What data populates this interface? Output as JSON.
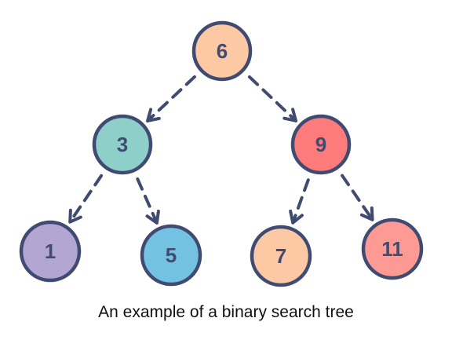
{
  "diagram": {
    "caption": "An example of a binary search tree",
    "stroke_color": "#3f4b70",
    "nodes": [
      {
        "id": "n6",
        "label": "6",
        "fill": "#fdc9a5"
      },
      {
        "id": "n3",
        "label": "3",
        "fill": "#8ecfc9"
      },
      {
        "id": "n9",
        "label": "9",
        "fill": "#fd7b7b"
      },
      {
        "id": "n1",
        "label": "1",
        "fill": "#b3a6d2"
      },
      {
        "id": "n5",
        "label": "5",
        "fill": "#74c2e1"
      },
      {
        "id": "n7",
        "label": "7",
        "fill": "#fdc9a5"
      },
      {
        "id": "n11",
        "label": "11",
        "fill": "#fe9a94"
      }
    ],
    "edges": [
      {
        "from": "n6",
        "to": "n3"
      },
      {
        "from": "n6",
        "to": "n9"
      },
      {
        "from": "n3",
        "to": "n1"
      },
      {
        "from": "n3",
        "to": "n5"
      },
      {
        "from": "n9",
        "to": "n7"
      },
      {
        "from": "n9",
        "to": "n11"
      }
    ]
  }
}
